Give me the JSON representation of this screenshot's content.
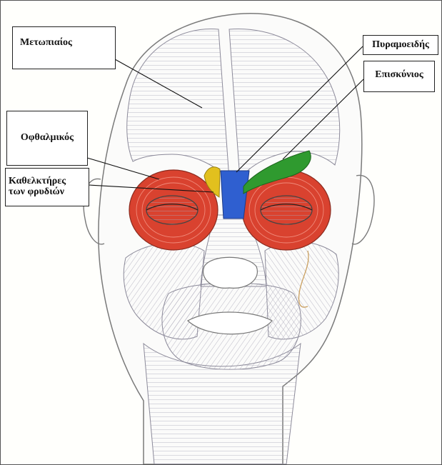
{
  "labels": {
    "frontalis": "Μετωπιαίος",
    "procerus": "Πυραμοειδής",
    "depressor_supercilii": "Επισκύνιος",
    "orbicularis_oculi": "Οφθαλμικός",
    "corrugator_line1": "Καθελκτήρες",
    "corrugator_line2": "των φρυδιών"
  },
  "colors": {
    "orbicularis": "#d9422f",
    "corrugator": "#e2c01e",
    "procerus": "#2f5fd0",
    "depressor": "#2f9a2f",
    "muscle_fill": "#e4e2ec",
    "muscle_stroke": "#8c8a9a"
  }
}
